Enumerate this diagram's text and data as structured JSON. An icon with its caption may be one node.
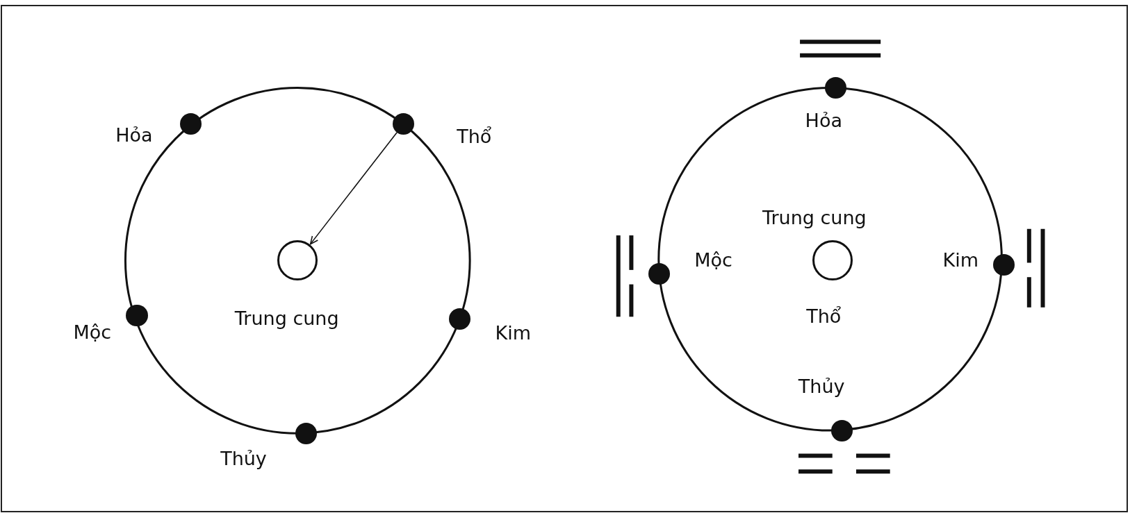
{
  "diagram": {
    "nodes": [
      {
        "text": [],
        "shape": "circle",
        "beside": [
          "Hỏa"
        ]
      },
      {
        "text": [],
        "shape": "circle",
        "beside": [
          "Thổ"
        ]
      },
      {
        "text": [],
        "shape": "circle",
        "beside": [
          "Trung cung"
        ]
      },
      {
        "text": [],
        "shape": "circle",
        "beside": [
          "Mộc"
        ]
      },
      {
        "text": [],
        "shape": "circle",
        "beside": [
          "Kim"
        ]
      },
      {
        "text": [],
        "shape": "circle",
        "beside": [
          "Thủy"
        ]
      },
      {
        "text": [],
        "shape": "circle",
        "beside": [
          "Hỏa"
        ]
      },
      {
        "text": [],
        "shape": "circle",
        "beside": [
          "Trung cung",
          "Thổ"
        ]
      },
      {
        "text": [],
        "shape": "circle",
        "beside": [
          "Mộc"
        ]
      },
      {
        "text": [],
        "shape": "circle",
        "beside": [
          "Kim"
        ]
      },
      {
        "text": [],
        "shape": "circle",
        "beside": [
          "Thủy"
        ]
      }
    ],
    "edges": [
      {
        "from": 1,
        "to": 2,
        "arrow": "to"
      }
    ]
  }
}
